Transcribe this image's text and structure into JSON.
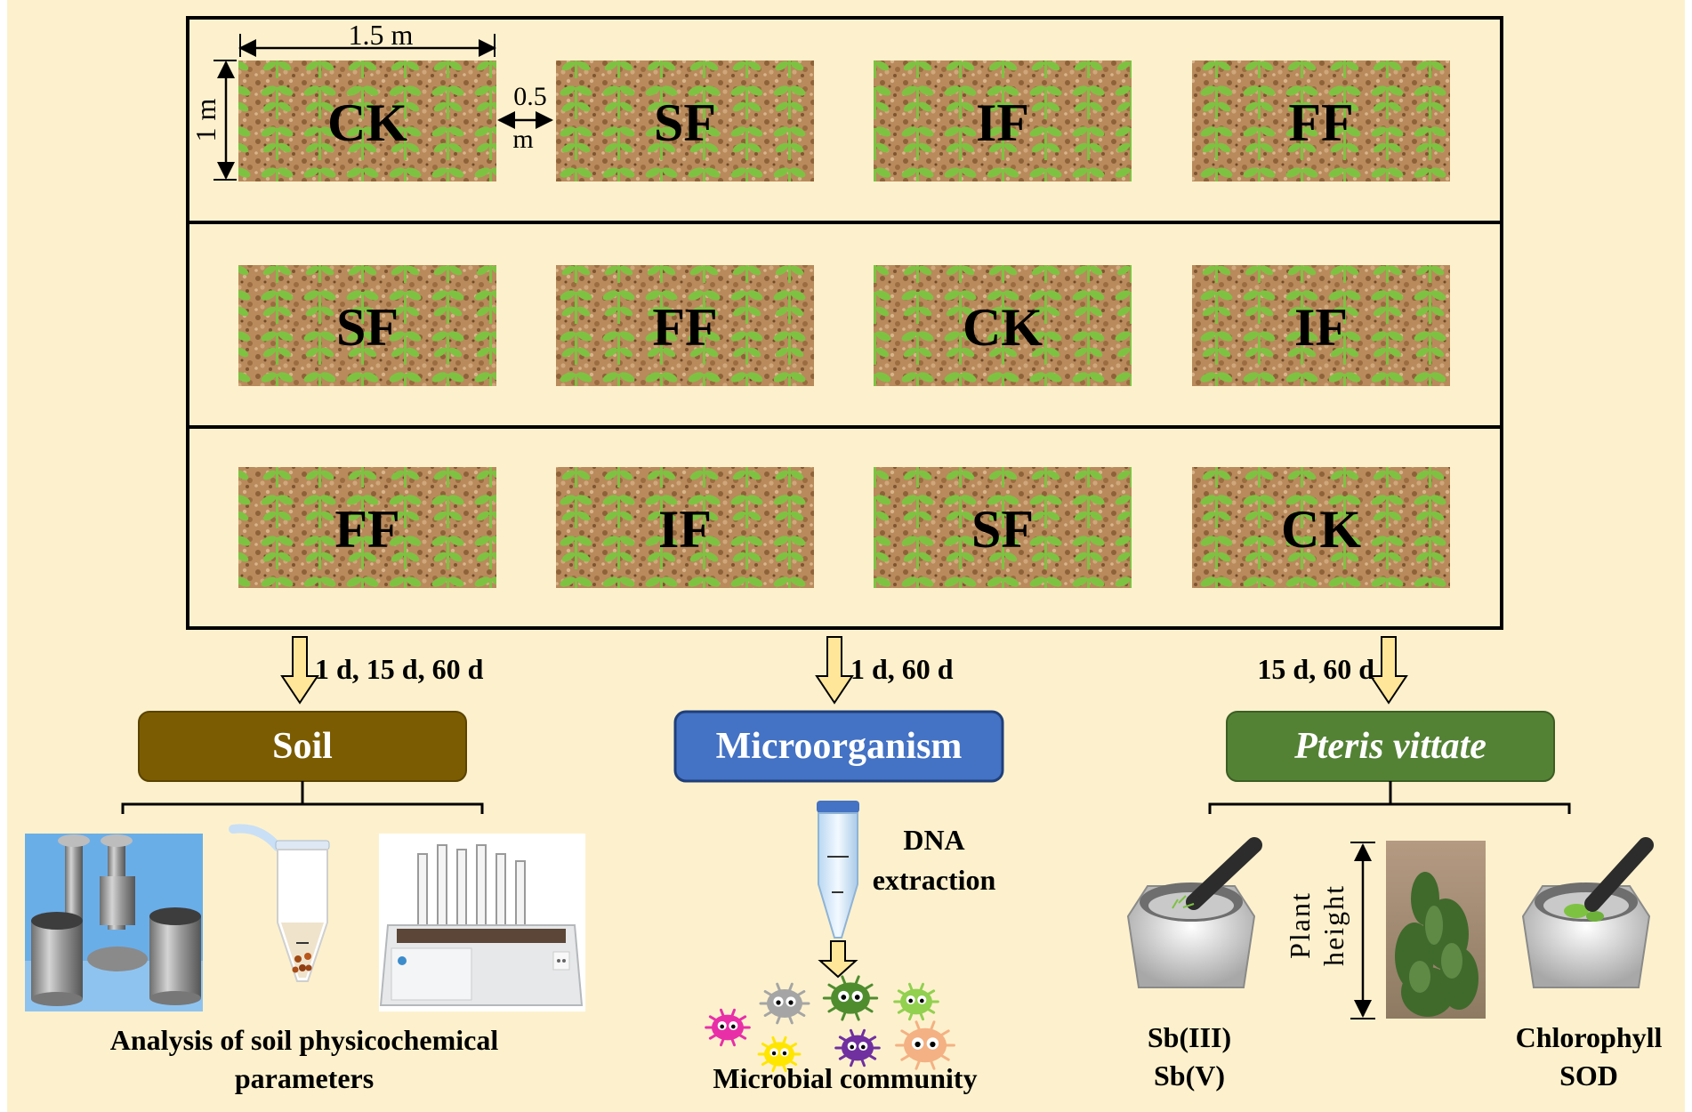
{
  "layout": {
    "rows": [
      [
        "CK",
        "SF",
        "IF",
        "FF"
      ],
      [
        "SF",
        "FF",
        "CK",
        "IF"
      ],
      [
        "FF",
        "IF",
        "SF",
        "CK"
      ]
    ],
    "dim_width": "1.5 m",
    "dim_height": "1 m",
    "dim_gap_top": "0.5",
    "dim_gap_bottom": "m"
  },
  "sampling": {
    "soil_times": "1 d, 15 d, 60 d",
    "micro_times": "1 d, 60 d",
    "plant_times": "15 d, 60 d"
  },
  "boxes": {
    "soil": "Soil",
    "micro": "Microorganism",
    "plant": "Pteris vittate"
  },
  "colors": {
    "background": "#fdf1cd",
    "soil_box": "#7b5c02",
    "micro_box": "#4472c4",
    "plant_box": "#548235",
    "arrow_fill": "#ffe699",
    "soil_texture": "#b88a5c",
    "leaf": "#7ec242"
  },
  "labels": {
    "soil_analysis_line1": "Analysis of soil physicochemical",
    "soil_analysis_line2": "parameters",
    "dna_line1": "DNA",
    "dna_line2": "extraction",
    "microbial_community": "Microbial community",
    "sb3": "Sb(III)",
    "sb5": "Sb(V)",
    "plant_height_1": "Plant",
    "plant_height_2": "height",
    "chlorophyll": "Chlorophyll",
    "sod": "SOD"
  },
  "icons": [
    "soil-ring-sampler-icon",
    "centrifuge-tube-icon",
    "digestion-block-icon",
    "dna-tube-icon",
    "microbe-icon",
    "mortar-pestle-icon",
    "plant-photo-icon"
  ]
}
